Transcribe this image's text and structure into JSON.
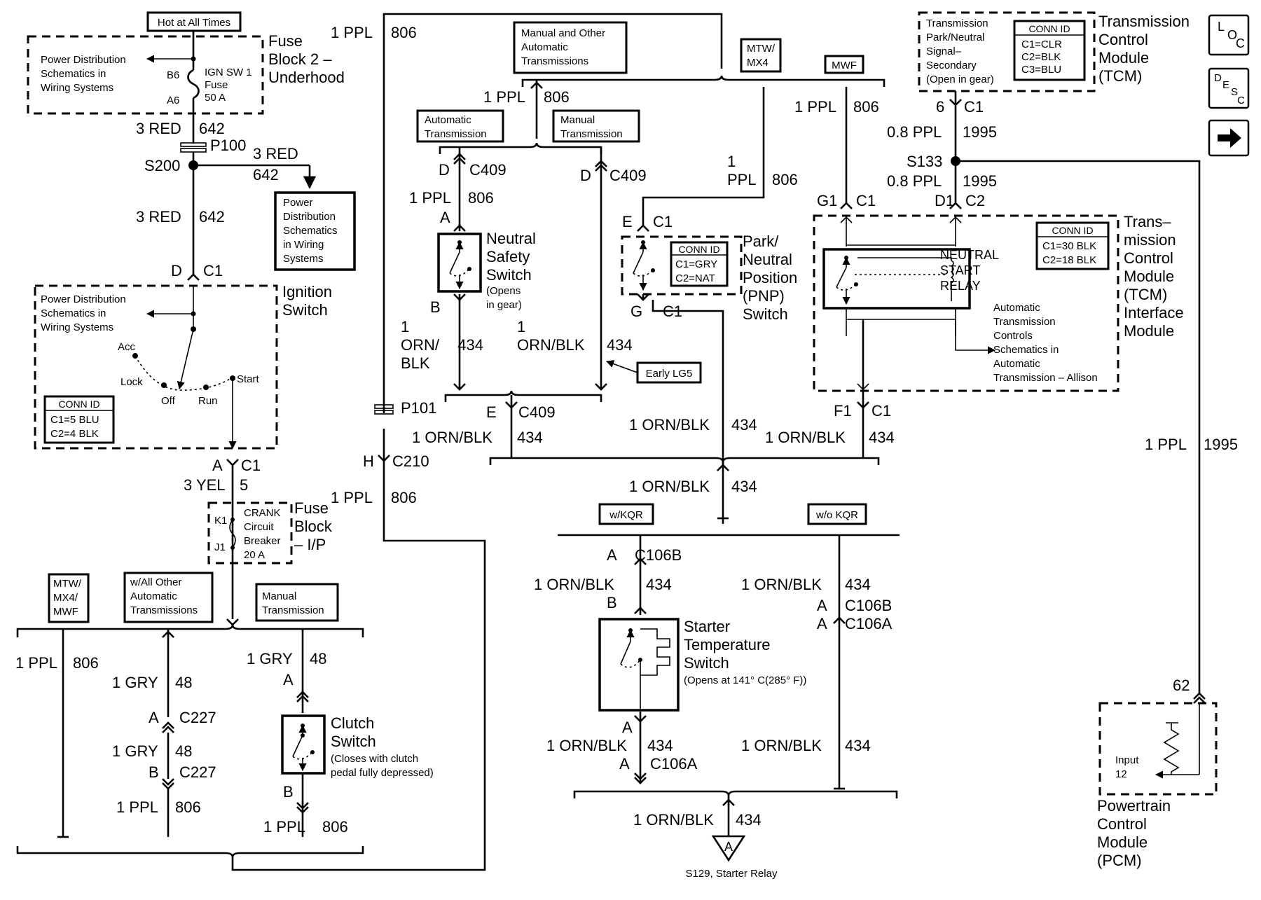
{
  "labels": {
    "hot_at_all_times": "Hot at All Times",
    "fuse_block2_l1": "Fuse",
    "fuse_block2_l2": "Block 2 –",
    "fuse_block2_l3": "Underhood",
    "pd_l1": "Power Distribution",
    "pd_l2": "Schematics in",
    "pd_l3": "Wiring Systems",
    "ign_sw_fuse_l1": "IGN SW 1",
    "ign_sw_fuse_l2": "Fuse",
    "ign_sw_fuse_l3": "50 A",
    "b6": "B6",
    "a6": "A6",
    "w3red": "3 RED",
    "c642": "642",
    "p100": "P100",
    "s200": "S200",
    "pdbox_l1": "Power",
    "pdbox_l2": "Distribution",
    "pdbox_l3": "Schematics",
    "pdbox_l4": "in Wiring",
    "pdbox_l5": "Systems",
    "d": "D",
    "c1": "C1",
    "ignition_l1": "Ignition",
    "ignition_l2": "Switch",
    "acc": "Acc",
    "lock": "Lock",
    "off": "Off",
    "run": "Run",
    "start": "Start",
    "conn_id": "CONN ID",
    "ign_c1": "C1=5 BLU",
    "ign_c2": "C2=4 BLK",
    "a": "A",
    "w3yel": "3 YEL",
    "c5": "5",
    "crank_l1": "CRANK",
    "crank_l2": "Circuit",
    "crank_l3": "Breaker",
    "crank_l4": "20 A",
    "k1": "K1",
    "j1": "J1",
    "fuse_ip_l1": "Fuse",
    "fuse_ip_l2": "Block",
    "fuse_ip_l3": "– I/P",
    "mtw_l1": "MTW/",
    "mtw_l2": "MX4/",
    "mtw_l3": "MWF",
    "allother_l1": "w/All Other",
    "allother_l2": "Automatic",
    "allother_l3": "Transmissions",
    "manual_l1": "Manual",
    "manual_l2": "Transmission",
    "w1ppl": "1 PPL",
    "c806": "806",
    "w1gry": "1 GRY",
    "c48": "48",
    "c227": "C227",
    "b": "B",
    "clutch_l1": "Clutch",
    "clutch_l2": "Switch",
    "clutch_l3": "(Closes with clutch",
    "clutch_l4": "pedal fully depressed)",
    "mao_l1": "Manual and Other",
    "mao_l2": "Automatic",
    "mao_l3": "Transmissions",
    "mtwmx4_l1": "MTW/",
    "mtwmx4_l2": "MX4",
    "mwf": "MWF",
    "auto_l1": "Automatic",
    "auto_l2": "Transmission",
    "c409": "C409",
    "neutral_l1": "Neutral",
    "neutral_l2": "Safety",
    "neutral_l3": "Switch",
    "neutral_l4": "(Opens",
    "neutral_l5": "in gear)",
    "w1": "1",
    "orn_slash": "ORN/",
    "blk": "BLK",
    "c434": "434",
    "w1ornblk": "1 ORN/BLK",
    "ornblk": "ORN/BLK",
    "early_lg5": "Early LG5",
    "e": "E",
    "p101": "P101",
    "h": "H",
    "c210": "C210",
    "ppl": "PPL",
    "pnp_l1": "Park/",
    "pnp_l2": "Neutral",
    "pnp_l3": "Position",
    "pnp_l4": "(PNP)",
    "pnp_l5": "Switch",
    "pnp_c1": "C1=GRY",
    "pnp_c2": "C2=NAT",
    "g": "G",
    "wkqr": "w/KQR",
    "wokqr": "w/o KQR",
    "c106b": "C106B",
    "c106a": "C106A",
    "starter_l1": "Starter",
    "starter_l2": "Temperature",
    "starter_l3": "Switch",
    "starter_l4": "(Opens at 141° C(285° F))",
    "s129": "S129, Starter Relay",
    "tri_a": "A",
    "tps_l1": "Transmission",
    "tps_l2": "Park/Neutral",
    "tps_l3": "Signal–",
    "tps_l4": "Secondary",
    "tps_l5": "(Open in gear)",
    "tcm_c1": "C1=CLR",
    "tcm_c2": "C2=BLK",
    "tcm_c3": "C3=BLU",
    "tcm_l1": "Transmission",
    "tcm_l2": "Control",
    "tcm_l3": "Module",
    "tcm_l4": "(TCM)",
    "six": "6",
    "w08ppl": "0.8 PPL",
    "c1995": "1995",
    "s133": "S133",
    "g1": "G1",
    "d1": "D1",
    "c2": "C2",
    "f1": "F1",
    "nsr_l1": "NEUTRAL",
    "nsr_l2": "START",
    "nsr_l3": "RELAY",
    "tcmi_c1": "C1=30 BLK",
    "tcmi_c2": "C2=18 BLK",
    "tcmi_l1": "Trans–",
    "tcmi_l2": "mission",
    "tcmi_l3": "Control",
    "tcmi_l4": "Module",
    "tcmi_l5": "(TCM)",
    "tcmi_l6": "Interface",
    "tcmi_l7": "Module",
    "atc_l1": "Automatic",
    "atc_l2": "Transmission",
    "atc_l3": "Controls",
    "atc_l4": "Schematics in",
    "atc_l5": "Automatic",
    "atc_l6": "Transmission – Allison",
    "c62": "62",
    "input_l1": "Input",
    "input_l2": "12",
    "pcm_l1": "Powertrain",
    "pcm_l2": "Control",
    "pcm_l3": "Module",
    "pcm_l4": "(PCM)",
    "loc_l": "L",
    "loc_o": "O",
    "loc_c": "C",
    "desc_d": "D",
    "desc_e": "E",
    "desc_s": "S",
    "desc_c": "C"
  },
  "colors": {
    "ink": "#000000",
    "paper": "#ffffff"
  },
  "icons": {
    "loc": "location-icon",
    "desc": "description-icon",
    "next": "arrow-right-icon"
  }
}
